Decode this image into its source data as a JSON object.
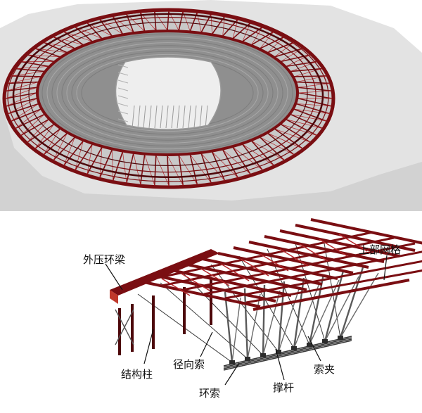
{
  "colors": {
    "steel": "#7a0e12",
    "steel_dark": "#4d070a",
    "steel_light": "#b4282c",
    "cable": "#3a3a3a",
    "ground": "#d9d9d9",
    "stands": "#8f8f8f",
    "pitch_floor": "#eeeeee"
  },
  "figure_top": {
    "icons": {
      "stadium": "stadium-roof-3d-icon"
    }
  },
  "figure_bottom": {
    "labels": {
      "outer_ring_beam": "外压环梁",
      "upper_grid": "上部网格",
      "column": "结构柱",
      "radial_cable": "径向索",
      "cable_clamp": "索夹",
      "strut": "撑杆",
      "ring_cable": "环索"
    }
  }
}
